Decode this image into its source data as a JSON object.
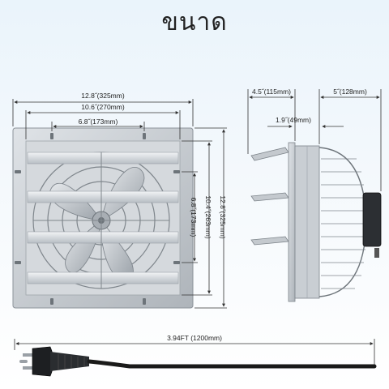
{
  "title": "ขนาด",
  "dimensions": {
    "overall_width": "12.8˝(325mm)",
    "mount_width": "10.6˝(270mm)",
    "top_hole_spacing": "6.8˝(173mm)",
    "vertical_hole_spacing": "6.8˝(173mm)",
    "mount_height": "10.4˝(263mm)",
    "overall_height": "12.8˝(325mm)",
    "front_depth": "4.5˝(115mm)",
    "rear_depth": "5˝(128mm)",
    "flange_depth": "1.9˝(49mm)",
    "cord_length": "3.94FT (1200mm)"
  },
  "colors": {
    "background_top": "#eaf4fb",
    "metal": "#c9ced3",
    "line": "#333333",
    "cord": "#1a1a1a"
  }
}
